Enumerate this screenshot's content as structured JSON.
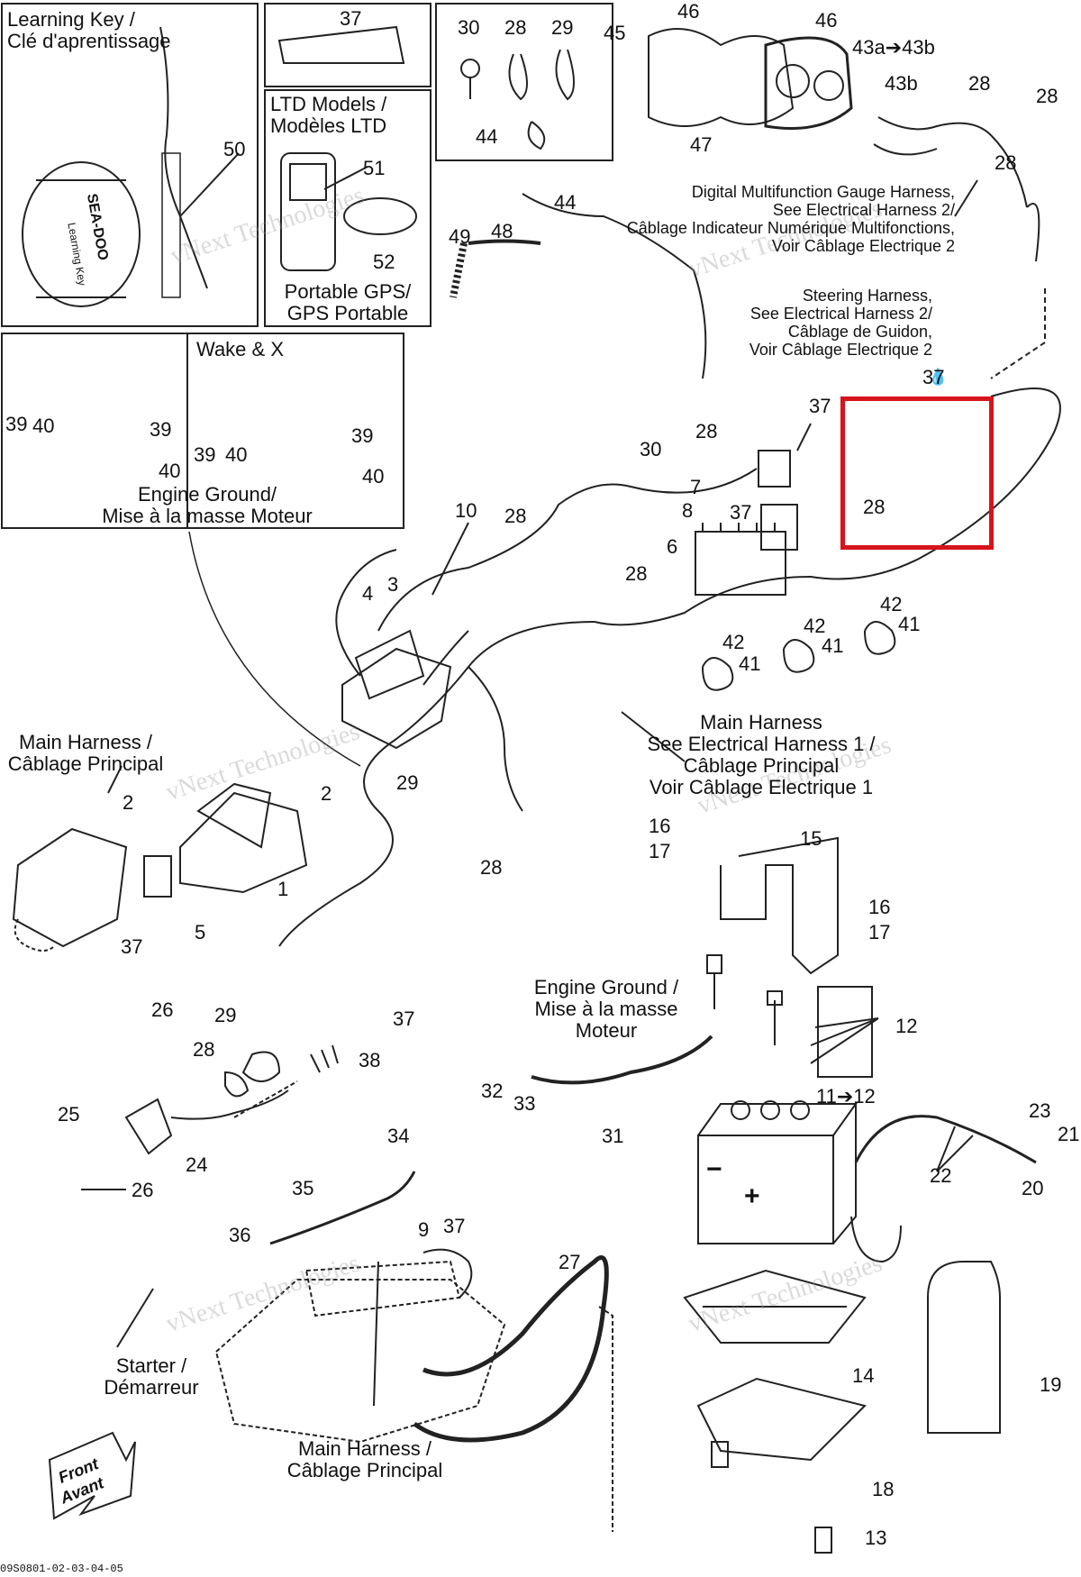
{
  "learning_key": {
    "title": "Learning Key /\nClé d'aprentissage",
    "part": "50",
    "brand": "SEA-DOO",
    "tag": "Learning Key"
  },
  "tube_part": "37",
  "ltd_models": {
    "title": "LTD Models /\nModèles LTD",
    "gps_part": "51",
    "disc_part": "52",
    "caption": "Portable GPS/\nGPS Portable"
  },
  "small_parts": [
    "30",
    "28",
    "29",
    "44"
  ],
  "gauge": {
    "parts": [
      "45",
      "46",
      "46",
      "43a➔43b",
      "43b",
      "28",
      "28",
      "28",
      "47"
    ],
    "note": "Digital Multifunction Gauge Harness,\nSee Electrical Harness 2/\nCâblage Indicateur Numérique Multifonctions,\nVoir Câblage Electrique 2"
  },
  "steering": {
    "parts": [
      "44",
      "49",
      "48"
    ],
    "note": "Steering Harness,\nSee Electrical Harness 2/\nCâblage de Guidon,\nVoir Câblage Electrique 2"
  },
  "engine_ground_box": {
    "title_right": "Wake & X",
    "caption": "Engine Ground/\nMise à la masse Moteur",
    "parts": [
      "39",
      "40",
      "39",
      "40",
      "39",
      "40",
      "39",
      "40"
    ]
  },
  "regulator_parts": [
    "37",
    "37",
    "30",
    "28",
    "7",
    "8",
    "37",
    "6",
    "28",
    "28",
    "10",
    "4",
    "3",
    "42",
    "41",
    "42",
    "41",
    "42",
    "41"
  ],
  "highlight_label": "28",
  "main_harness_upper": "Main Harness\nSee Electrical Harness 1 /\nCâblage Principal\nVoir Câblage Electrique 1",
  "main_harness_left": "Main Harness /\nCâblage Principal",
  "fuse_parts": [
    "2",
    "2",
    "1",
    "5",
    "37",
    "29",
    "28"
  ],
  "bracket_parts": [
    "16",
    "17",
    "15",
    "16",
    "17"
  ],
  "engine_ground_lower": "Engine Ground /\nMise à la masse\nMoteur",
  "hardware_part": "12",
  "battery": {
    "parts": [
      "11➔12",
      "32",
      "33",
      "31",
      "23",
      "21",
      "22",
      "20"
    ],
    "minus": "−",
    "plus": "+"
  },
  "sensor_parts": [
    "26",
    "29",
    "28",
    "37",
    "38",
    "25",
    "24",
    "26"
  ],
  "starter": {
    "label": "Starter /\nDémarreur",
    "parts": [
      "34",
      "35",
      "36",
      "9",
      "37",
      "27"
    ]
  },
  "main_harness_bottom": "Main Harness /\nCâblage Principal",
  "tray_parts": [
    "14",
    "19",
    "18",
    "13"
  ],
  "front": {
    "line1": "Front",
    "line2": "Avant"
  },
  "watermark": "vNext Technologies",
  "figure_code": "09S0801-02-03-04-05",
  "colors": {
    "highlight": "#d6141b",
    "line": "#222222"
  }
}
